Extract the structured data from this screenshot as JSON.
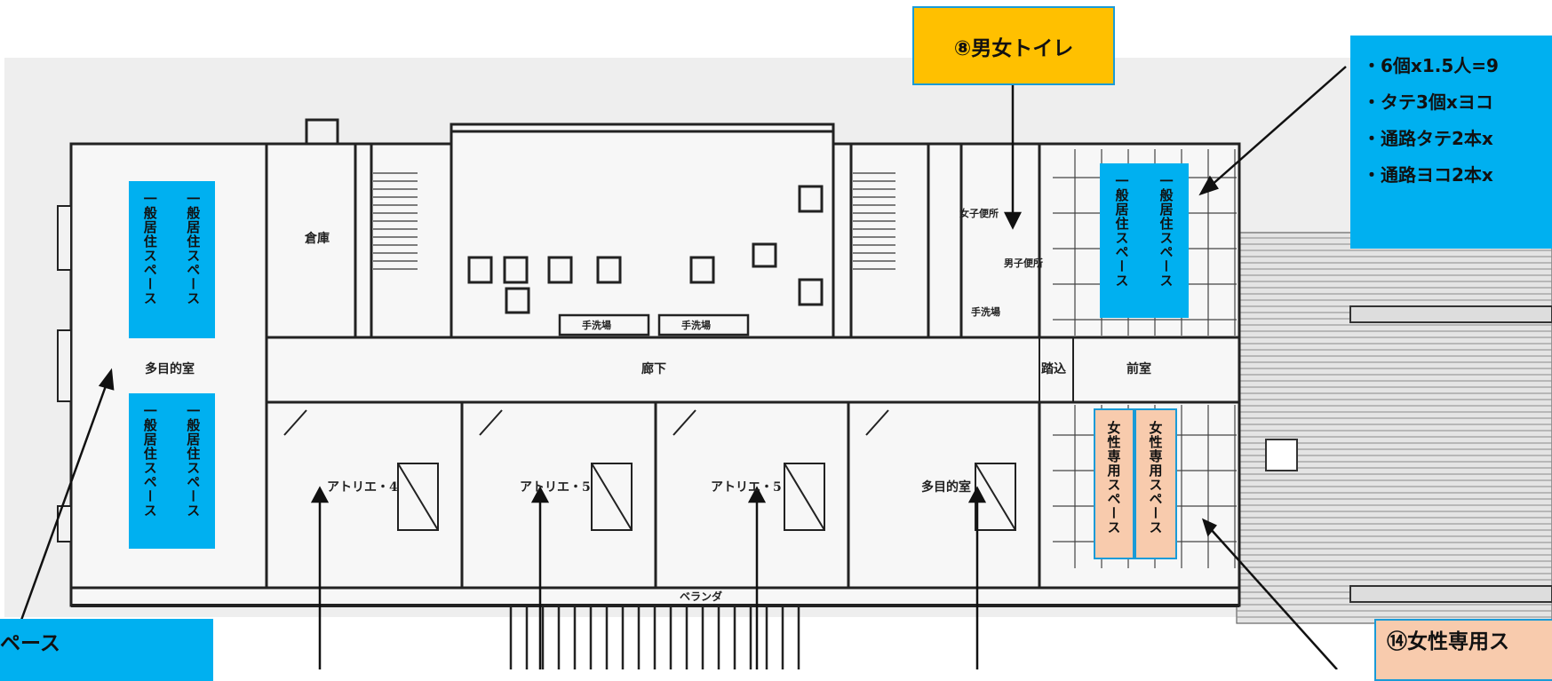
{
  "callouts": {
    "toilet": "⑧男女トイレ",
    "general_space": "ペース",
    "female_space": "⑭女性専用ス",
    "spec_lines": [
      "・6個x1.5人=9",
      "・タテ3個xヨコ",
      "・通路タテ2本x",
      "・通路ヨコ2本x"
    ]
  },
  "space_labels": {
    "general": "一般居住スペース",
    "female": "女性専用スペース"
  },
  "rooms": {
    "storage": "倉庫",
    "multipurpose_1": "多目的室",
    "corridor": "廊下",
    "entrance": "踏込",
    "anteroom": "前室",
    "atelier_4": "アトリエ・4",
    "atelier_5a": "アトリエ・5",
    "atelier_5b": "アトリエ・5",
    "multipurpose_2": "多目的室",
    "veranda": "ベランダ",
    "wash_1": "手洗場",
    "wash_2": "手洗場",
    "wash_3": "手洗場",
    "womens_toilet": "女子便所",
    "mens_toilet": "男子便所"
  },
  "colors": {
    "general_fill": "#00b0f0",
    "female_fill": "#f8cbad",
    "toilet_fill": "#ffc000",
    "callout_border": "#1a9bd7"
  }
}
